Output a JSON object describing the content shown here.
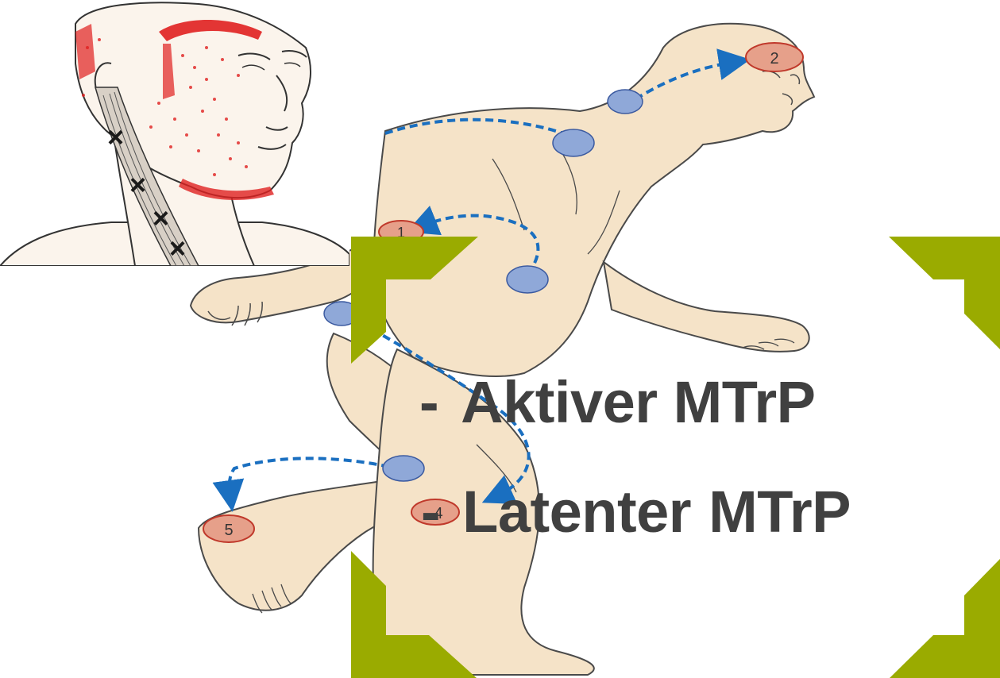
{
  "figure": {
    "head_illustration": {
      "marker_symbol": "×",
      "marker_color": "#1a1a1a",
      "pain_dot_color": "#e02020"
    },
    "body_illustration": {
      "skin_color": "#f5e3c8",
      "outline_color": "#4a4a4a",
      "trigger_point_color": "#8fa8d8",
      "referral_zone_color": "#e6a08a",
      "arrow_color": "#1a6fc0",
      "referral_labels": [
        "1",
        "2",
        "4",
        "5"
      ]
    }
  },
  "slide": {
    "accent_color": "#9aab00",
    "text_color": "#404040",
    "bullets": [
      {
        "prefix": "-",
        "text": "Aktiver MTrP"
      },
      {
        "prefix": "-",
        "text": "Latenter",
        "text2": "MTrP"
      }
    ]
  }
}
